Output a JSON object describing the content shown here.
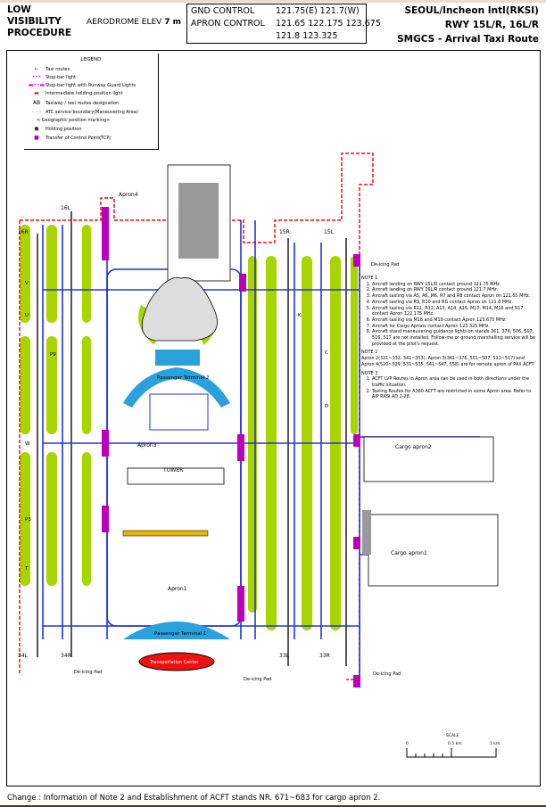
{
  "header": {
    "procedure": [
      "LOW",
      "VISIBILITY",
      "PROCEDURE"
    ],
    "elevation_label": "AERODROME ELEV",
    "elevation_value": "7 m",
    "frequencies": {
      "gnd_label": "GND  CONTROL",
      "gnd_values": "121.75(E)  121.7(W)",
      "apron_label": "APRON CONTROL",
      "apron_values_1": "121.65  122.175  123.675",
      "apron_values_2": "121.8  123.325"
    },
    "airport": "SEOUL/Incheon Intl(RKSI)",
    "runways": "RWY 15L/R, 16L/R",
    "chart_type": "SMGCS - Arrival Taxi Route"
  },
  "legend": {
    "title": "LEGEND",
    "items": [
      "Taxi routes",
      "Stop-bar light",
      "Stop-bar light with Runway Guard Lights",
      "Intermediate holding position light",
      "Taxiway / taxi routes designation",
      "ATC service boundary(Maneuvering Area)",
      "< Geographic position marking>",
      "Holding position",
      "Transfer of Control Point(TCP)"
    ],
    "designation_symbol": "AB"
  },
  "notes": {
    "note1_title": "NOTE 1",
    "note1": [
      "Aircraft landing on RWY 15L/R contact ground 121.75 MHz.",
      "Aircraft landing on RWY 16L/R contact ground 121.7 MHz.",
      "Aircraft taxiing via A5, A6, M6, R7 and R8 contact Apron on 121.65 MHz.",
      "Aircraft taxiing via R9, R10 and RG contact Apron on 121.8 MHz.",
      "Aircraft taxiing via R11, R12, A13, A14, A16, M13, M14, M16 and R17 contact Apron 122.175 MHz.",
      "Aircraft taxiing via M18 and M19 contact Apron 123.675 MHz.",
      "Aircraft for Cargo Aprons contact Apron 123.325 MHz.",
      "Aircraft stand maneuvering guidance lights on stands 361, 376, 506, 507, 516, 517 are not installed. Follow-me or ground marshalling service will be provided at the pilot's request."
    ],
    "note2_title": "NOTE 2",
    "note2": "Apron 2(321~332, 341~353), Apron 3(361~376, 501~507, 511~517) and Apron 4(520~529, 531~535, 541~547, 558) are for remote apron of PAX ACFT.",
    "note3_title": "NOTE 3",
    "note3": [
      "ACFT LVP Routes in Apron area can be used in both directions under the traffic situation.",
      "Taxiing Routes for A380 ACFT are restricted in some Apron area. Refer to AIP RKSI AD 2-28."
    ]
  },
  "map": {
    "runway_labels": {
      "r16l": "16L",
      "r16r": "16R",
      "r15r": "15R",
      "r15l": "15L",
      "r34l": "34L",
      "r34r": "34R",
      "r33l": "33L",
      "r33r": "33R"
    },
    "areas": {
      "apron4": "Apron4",
      "apron3": "Apron3",
      "apron1": "Apron1",
      "terminal2": "Passenger Terminal 2",
      "terminal1": "Passenger Terminal 1",
      "tower": "TOWER",
      "transport": "Transportation Center",
      "cargo2": "Cargo apron2",
      "cargo1": "Cargo apron1",
      "deicing": "De-icing Pad"
    },
    "taxiways": [
      "V",
      "U",
      "P9",
      "W",
      "P3",
      "T",
      "K",
      "C",
      "D"
    ],
    "colors": {
      "grass": "#a8d400",
      "route": "#2233dd",
      "boundary": "#ee1111",
      "tcp": "#bb00bb",
      "stopbar": "#ee00ee",
      "apron_blue": "#2aa0dc"
    }
  },
  "scale": {
    "title": "SCALE",
    "ticks": [
      "0",
      "0.5 km",
      "1 km"
    ]
  },
  "footer": "Change : Information of Note 2 and Establishment of ACFT stands NR. 671~683 for cargo apron 2."
}
